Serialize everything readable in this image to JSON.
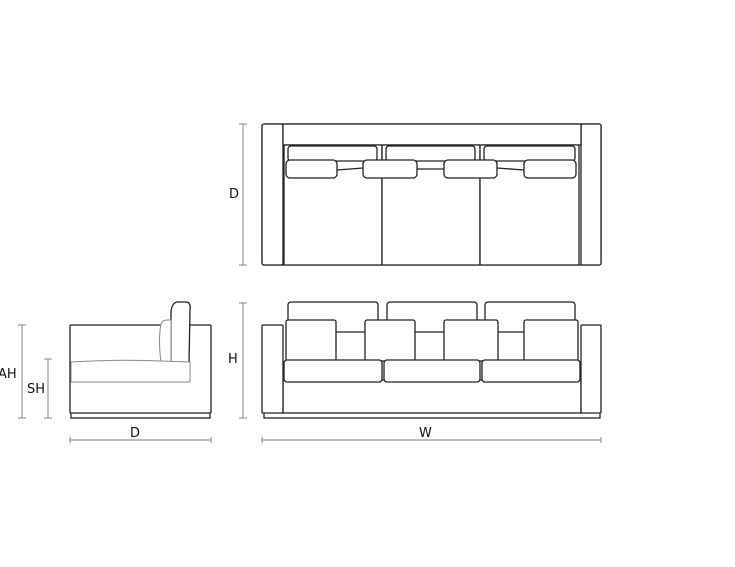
{
  "labels": {
    "top_depth": "D",
    "front_height": "H",
    "front_width": "W",
    "side_arm_height": "AH",
    "side_seat_height": "SH",
    "side_depth": "D"
  },
  "colors": {
    "line": "#222222",
    "dimension": "#777777"
  }
}
